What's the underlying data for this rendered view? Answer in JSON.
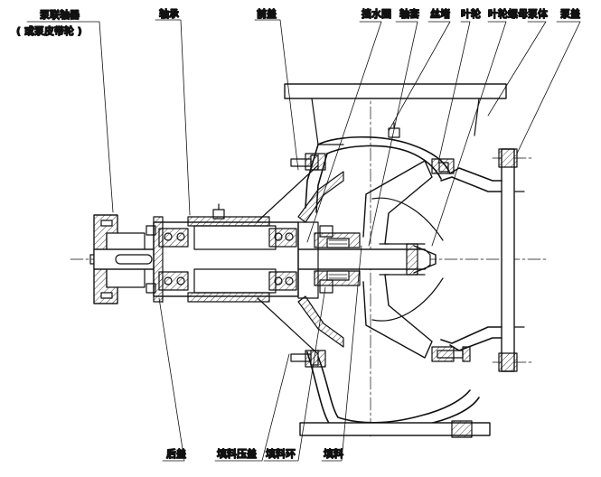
{
  "colors": {
    "ink": "#111111",
    "paper": "#ffffff"
  },
  "labels": {
    "coupling": "泵联轴器",
    "coupling_alt": "( 或泵皮带轮 )",
    "bearing": "轴承",
    "front_cover": "前盖",
    "water_ring": "挡水圈",
    "shaft_sleeve": "轴套",
    "stud": "丝堵",
    "impeller": "叶轮",
    "impeller_nut": "叶轮螺母",
    "pump_body": "泵体",
    "pump_cover": "泵盖",
    "rear_cover": "后盖",
    "gland": "填料压盖",
    "packing_ring": "填料环",
    "packing": "填料"
  }
}
